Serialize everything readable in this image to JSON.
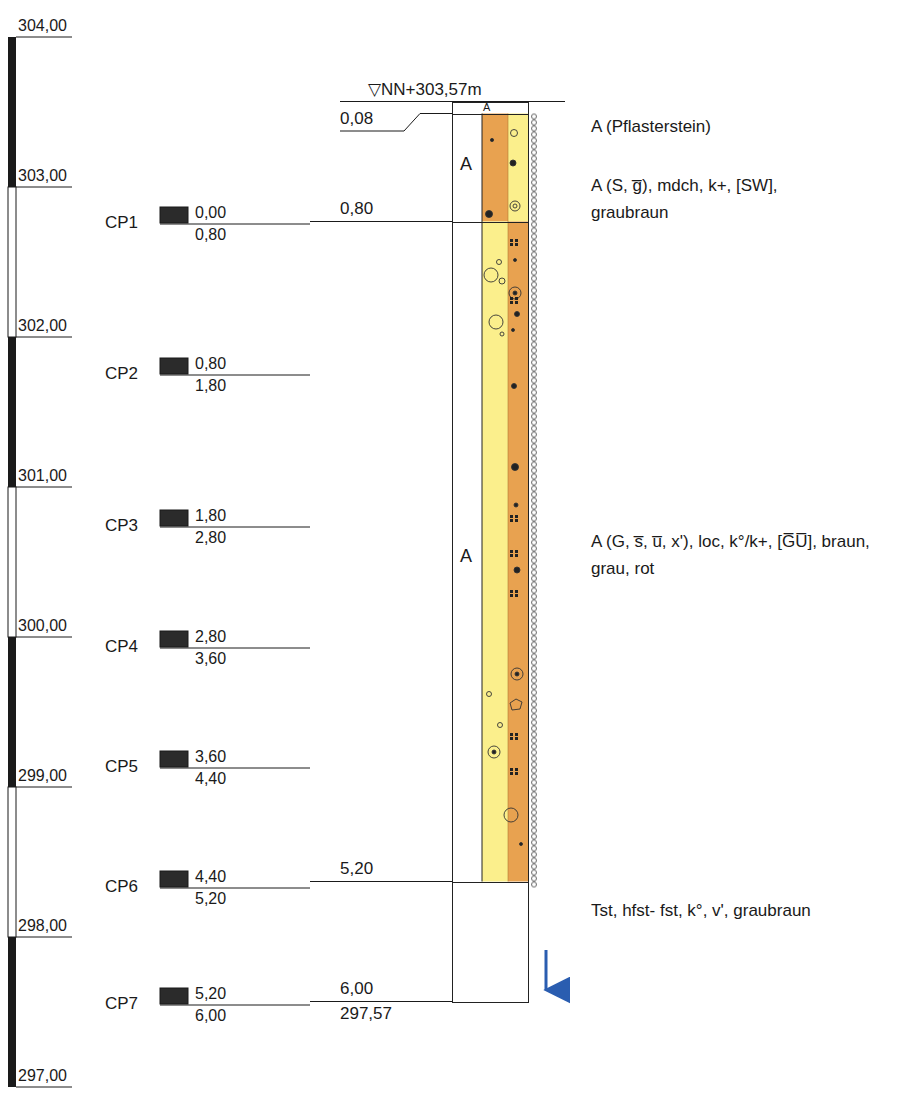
{
  "diagram": {
    "nodes": [
      {
        "text": [
          "A",
          "A (Pflasterstein)"
        ]
      },
      {
        "text": [
          "A",
          "A (S, g̅), mdch, k+, [SW], graubraun"
        ]
      },
      {
        "text": [
          "A",
          "A (G, s̅, u̅, x'), loc, k°/k+, [G̅U̅], braun, grau, rot"
        ]
      },
      {
        "text": [
          "Tst, hfst- fst, k°, v', graubraun"
        ]
      }
    ],
    "labels": [
      "304,00",
      "303,00",
      "302,00",
      "301,00",
      "300,00",
      "299,00",
      "298,00",
      "297,00",
      "▽NN+303,57m",
      "0,08",
      "0,80",
      "5,20",
      "6,00",
      "297,57",
      "CP1",
      "0,00",
      "0,80",
      "CP2",
      "0,80",
      "1,80",
      "CP3",
      "1,80",
      "2,80",
      "CP4",
      "2,80",
      "3,60",
      "CP5",
      "3,60",
      "4,40",
      "CP6",
      "4,40",
      "5,20",
      "CP7",
      "5,20",
      "6,00"
    ]
  }
}
